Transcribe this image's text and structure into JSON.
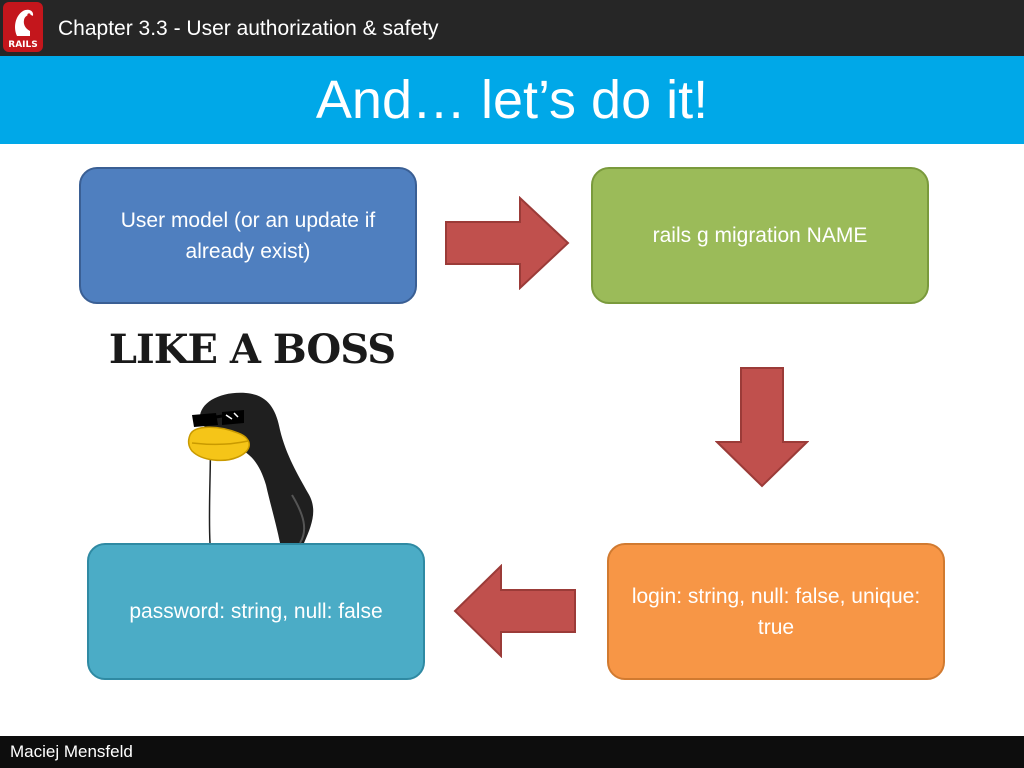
{
  "header": {
    "chapter": "Chapter 3.3 - User authorization & safety",
    "logo_icon": "rails-logo-icon",
    "logo_text": "RAILS"
  },
  "slide": {
    "title": "And… let’s do it!"
  },
  "flow": {
    "step1": "User model (or an update if already exist)",
    "step2": "rails g migration NAME",
    "step3": "login: string, null: false, unique: true",
    "step4": "password: string, null: false"
  },
  "meme": {
    "caption": "LIKE A BOSS",
    "icon": "penguin-with-sunglasses-icon"
  },
  "footer": {
    "author": "Maciej Mensfeld"
  },
  "colors": {
    "header_bg": "#262626",
    "title_bg": "#00a8e8",
    "step1": "#4f7fbf",
    "step2": "#9bbb59",
    "step3": "#f79646",
    "step4": "#4bacc6",
    "arrow": "#c0504d"
  }
}
